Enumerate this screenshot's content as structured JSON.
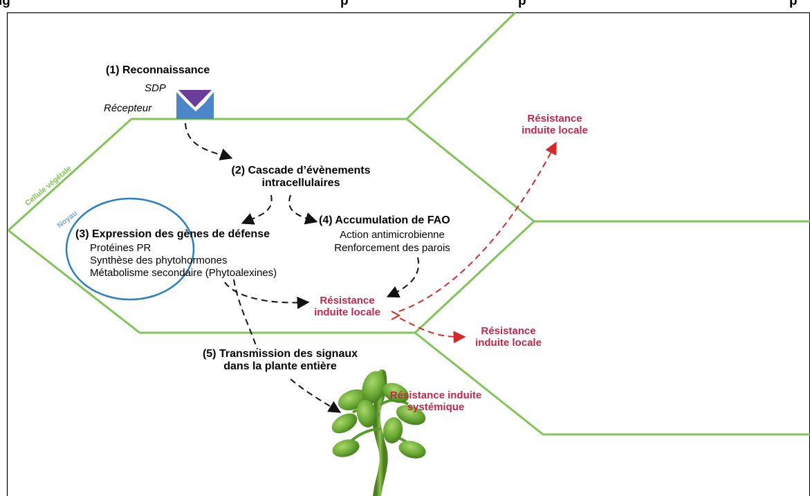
{
  "diagram": {
    "title_fragments": {
      "left": "ig",
      "mid": "p",
      "right1": "p",
      "right2": "p"
    },
    "step1": {
      "label": "(1) Reconnaissance",
      "sdp": "SDP",
      "recepteur": "Récepteur"
    },
    "step2": {
      "line1": "(2) Cascade d’évènements",
      "line2": "intracellulaires"
    },
    "step3": {
      "title": "(3) Expression des gènes de défense",
      "items": [
        "Protéines PR",
        "Synthèse des phytohormones",
        "Métabolisme secondaire (Phytoalexines)"
      ]
    },
    "step4": {
      "title": "(4) Accumulation de FAO",
      "line1": "Action antimicrobienne",
      "line2": "Renforcement des parois"
    },
    "step5": {
      "line1": "(5) Transmission des signaux",
      "line2": "dans la plante entière"
    },
    "cell_label": "Cellule végétale",
    "nucleus_label": "Noyau",
    "resistance_local_center": {
      "line1": "Résistance",
      "line2": "induite locale"
    },
    "resistance_local_top": {
      "line1": "Résistance",
      "line2": "induite locale"
    },
    "resistance_local_right": {
      "line1": "Résistance",
      "line2": "induite locale"
    },
    "resistance_systemic": {
      "line1": "Résistance induite",
      "line2": "systémique"
    },
    "colors": {
      "cell_wall": "#82c45a",
      "nucleus": "#2a7fc1",
      "resistance_text": "#c0284a",
      "red_arrow": "#d42a2a",
      "receptor": "#4a86c8",
      "sdp": "#6a3d9a",
      "plant": "#5a9a2c"
    }
  }
}
